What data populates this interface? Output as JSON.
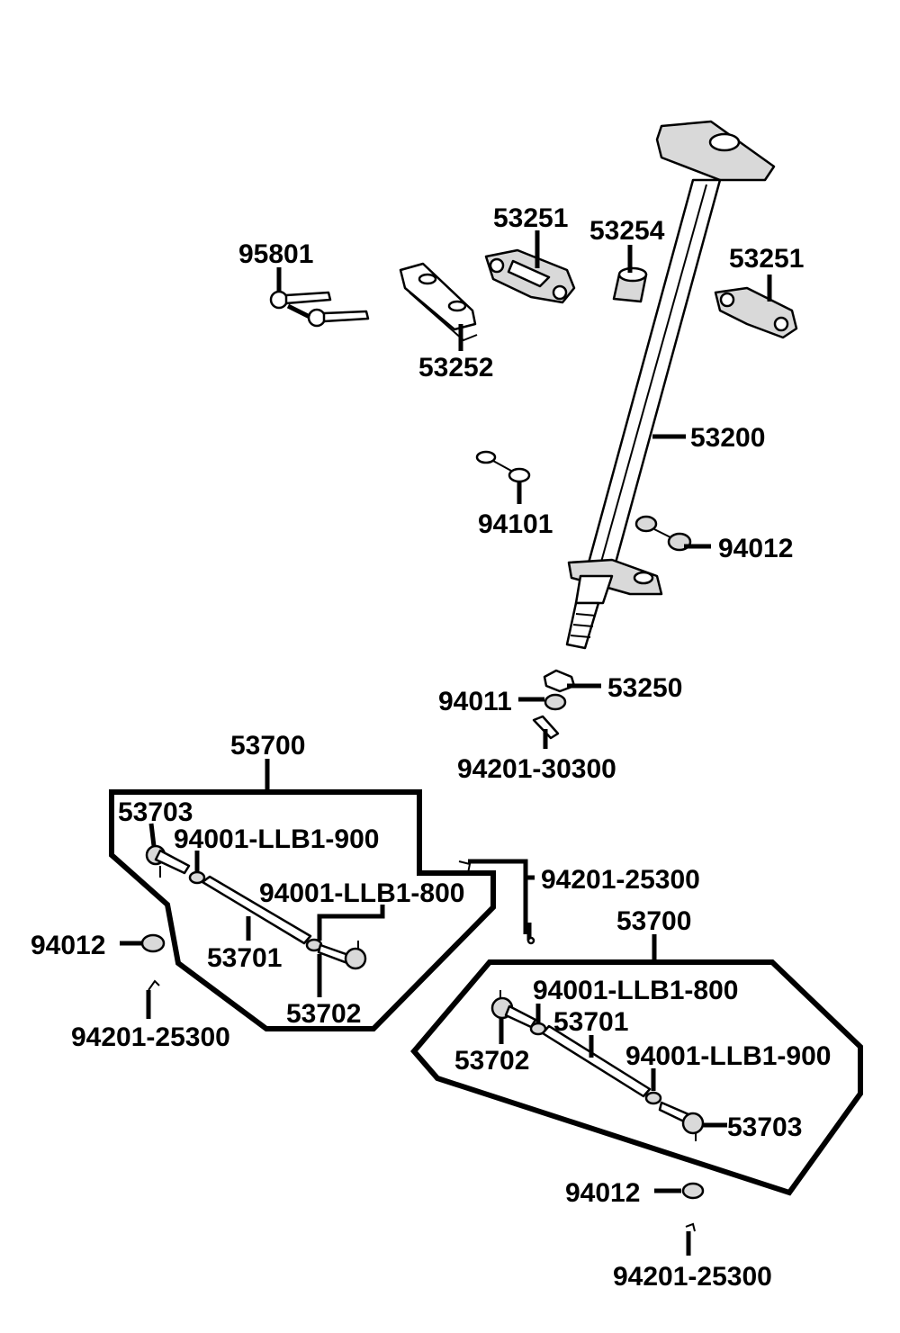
{
  "labels": {
    "p95801": "95801",
    "p53251_a": "53251",
    "p53254": "53254",
    "p53251_b": "53251",
    "p53252": "53252",
    "p53200": "53200",
    "p94101": "94101",
    "p94012_a": "94012",
    "p53250": "53250",
    "p94011": "94011",
    "p94201_30300": "94201-30300",
    "p53700_a": "53700",
    "p53703_a": "53703",
    "p94001_900_a": "94001-LLB1-900",
    "p94001_800_a": "94001-LLB1-800",
    "p94201_25300_a": "94201-25300",
    "p94012_b": "94012",
    "p53701_a": "53701",
    "p53702_a": "53702",
    "p94201_25300_b": "94201-25300",
    "p53700_b": "53700",
    "p94001_800_b": "94001-LLB1-800",
    "p53701_b": "53701",
    "p53702_b": "53702",
    "p94001_900_b": "94001-LLB1-900",
    "p53703_b": "53703",
    "p94012_c": "94012",
    "p94201_25300_c": "94201-25300"
  }
}
